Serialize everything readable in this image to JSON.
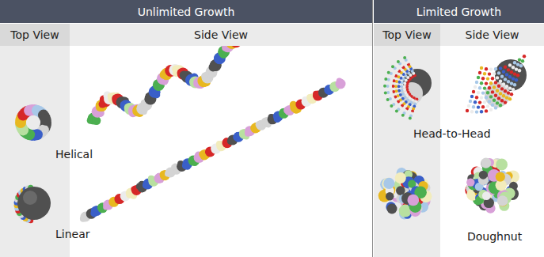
{
  "diagram": {
    "nodes": [
      {
        "text": [
          "Unlimited Growth"
        ]
      },
      {
        "text": [
          "Limited Growth"
        ]
      },
      {
        "text": [
          "Top View"
        ]
      },
      {
        "text": [
          "Side View"
        ]
      },
      {
        "text": [
          "Top View"
        ]
      },
      {
        "text": [
          "Side View"
        ]
      }
    ],
    "labels": [
      "Helical",
      "Linear",
      "Head-to-Head",
      "Doughnut"
    ]
  }
}
